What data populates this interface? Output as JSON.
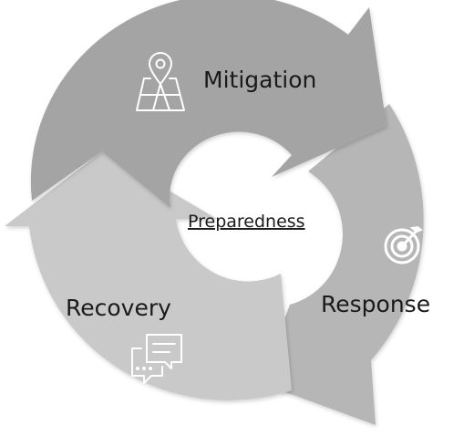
{
  "diagram": {
    "center_label": "Preparedness",
    "segments": [
      {
        "name": "mitigation",
        "label": "Mitigation",
        "icon": "map-pin-icon",
        "color": "#a4a4a4"
      },
      {
        "name": "response",
        "label": "Response",
        "icon": "target-icon",
        "color": "#b6b6b6"
      },
      {
        "name": "recovery",
        "label": "Recovery",
        "icon": "chat-bubbles-icon",
        "color": "#c9c9c9"
      }
    ],
    "icon_color": "#ffffff"
  }
}
